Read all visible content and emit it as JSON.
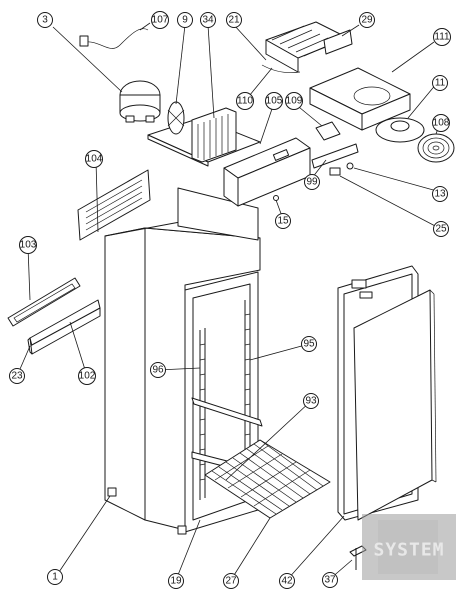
{
  "diagram": {
    "callouts": [
      "3",
      "107",
      "9",
      "34",
      "21",
      "29",
      "111",
      "110",
      "105",
      "109",
      "11",
      "108",
      "104",
      "99",
      "13",
      "15",
      "25",
      "103",
      "95",
      "96",
      "93",
      "23",
      "102",
      "1",
      "19",
      "27",
      "42",
      "37"
    ]
  },
  "watermark": {
    "text": "SYSTEM",
    "color": "#9a9a9a"
  },
  "colors": {
    "line": "#1a1a1a",
    "background": "#ffffff"
  }
}
